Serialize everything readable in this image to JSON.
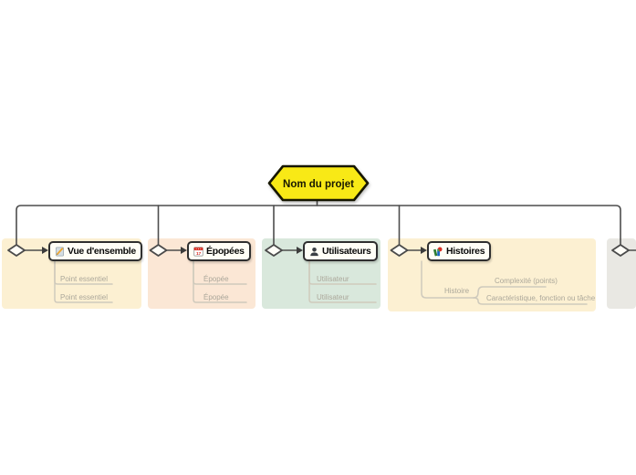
{
  "root": {
    "label": "Nom du projet",
    "shape": "hexagon",
    "fill_color": "#f8e916",
    "border_color": "#161600"
  },
  "branches": [
    {
      "label": "Vue d'ensemble",
      "icon": "memo-pencil-icon",
      "block_color": "#fcf0d2",
      "children": [
        "Point essentiel",
        "Point essentiel"
      ]
    },
    {
      "label": "Épopées",
      "icon": "calendar-icon",
      "icon_text": "17",
      "block_color": "#fbe7d5",
      "children": [
        "Épopée",
        "Épopée"
      ]
    },
    {
      "label": "Utilisateurs",
      "icon": "user-icon",
      "block_color": "#d9e8dc",
      "children": [
        "Utilisateur",
        "Utilisateur"
      ]
    },
    {
      "label": "Histoires",
      "icon": "books-icon",
      "block_color": "#fcf0d2",
      "children": [
        {
          "label": "Histoire",
          "children": [
            "Complexité (points)",
            "Caractéristique, fonction ou tâche"
          ]
        }
      ]
    },
    {
      "label": "",
      "block_color": "#e9e8e3",
      "partially_visible": true
    }
  ],
  "colors": {
    "connector": "#4d4d4d",
    "child_line": "#cfcabc",
    "child_text": "#aba79a",
    "node_fill": "#fffef6",
    "node_border": "#2f2f2f",
    "canvas": "#ffffff"
  }
}
